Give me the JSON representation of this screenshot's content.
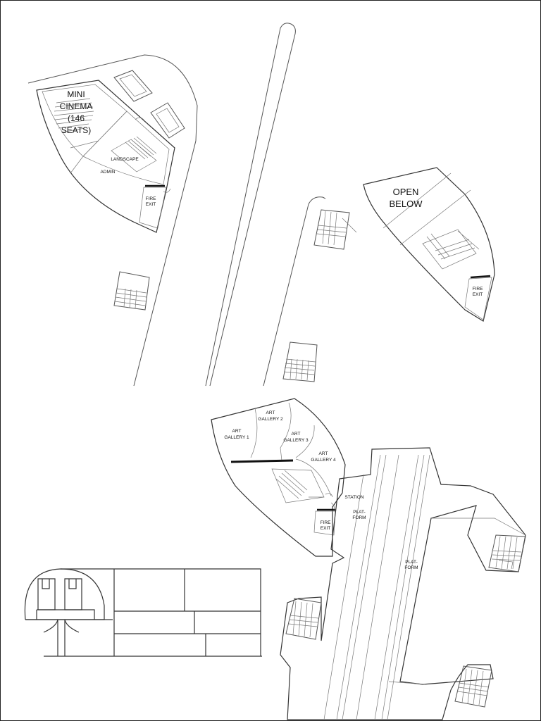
{
  "labels": {
    "mini_cinema": [
      "MINI",
      "CINEMA",
      "(146",
      "SEATS)"
    ],
    "landscape": "LANDSCAPE",
    "admin": "ADMIN",
    "fire_exit": [
      "FIRE",
      "EXIT"
    ],
    "open_below": [
      "OPEN",
      "BELOW"
    ],
    "art_gallery_1": [
      "ART",
      "GALLERY 1"
    ],
    "art_gallery_2": [
      "ART",
      "GALLERY 2"
    ],
    "art_gallery_3": [
      "ART",
      "GALLERY 3"
    ],
    "art_gallery_4": [
      "ART",
      "GALLERY 4"
    ],
    "station": "STATION",
    "platform": [
      "PLAT-",
      "FORM"
    ]
  },
  "colors": {
    "line": "#555555",
    "heavy": "#111111",
    "background": "#ffffff"
  }
}
